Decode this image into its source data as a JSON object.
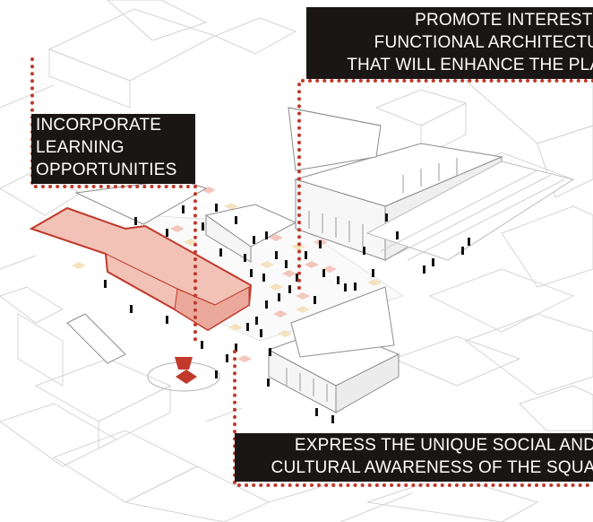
{
  "labels": {
    "promote": [
      "PROMOTE INTERESTING",
      "FUNCTIONAL  ARCHITECTURE",
      "THAT WILL ENHANCE THE PLAZA"
    ],
    "learning": [
      "INCORPORATE",
      "LEARNING",
      "OPPORTUNITIES"
    ],
    "express": [
      "EXPRESS THE UNIQUE SOCIAL AND",
      "CULTURAL AWARENESS OF THE  SQUARE"
    ]
  },
  "colors": {
    "accent": "#c0392b",
    "building_fill": "#f2c2b6",
    "paving_light": "#f5e3c0",
    "paving_pink": "#f3c6bd",
    "label_bg": "#1b1616",
    "label_text": "#ffffff",
    "linework": "#d2d2d2"
  },
  "figures": {
    "count": "many",
    "icon": "person-icon"
  }
}
